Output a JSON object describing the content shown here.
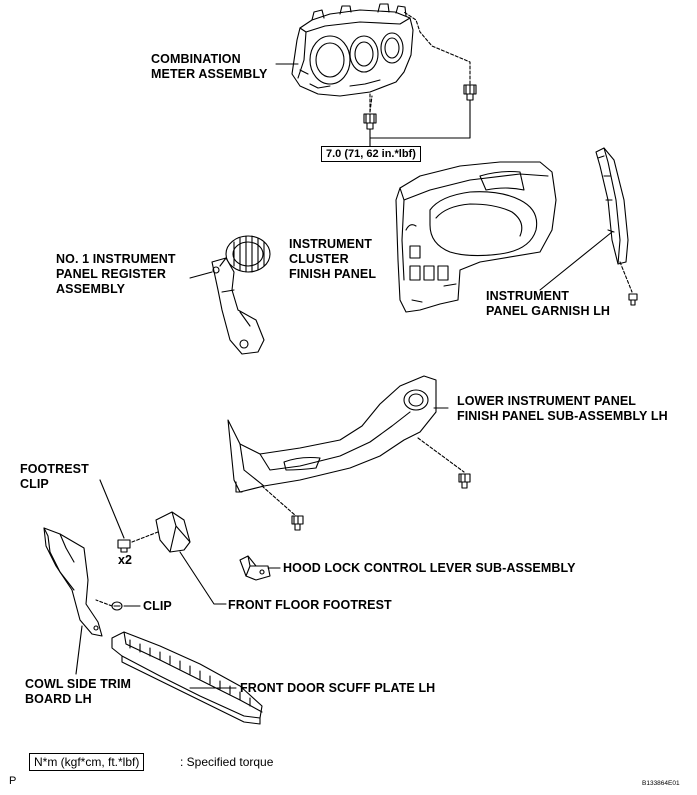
{
  "labels": {
    "combination_meter": [
      "COMBINATION",
      "METER ASSEMBLY"
    ],
    "torque_value": "7.0 (71, 62 in.*lbf)",
    "register_assembly": [
      "NO. 1 INSTRUMENT",
      "PANEL REGISTER",
      "ASSEMBLY"
    ],
    "cluster_finish_panel": [
      "INSTRUMENT",
      "CLUSTER",
      "FINISH PANEL"
    ],
    "panel_garnish": [
      "INSTRUMENT",
      "PANEL GARNISH LH"
    ],
    "lower_finish_panel": [
      "LOWER INSTRUMENT PANEL",
      "FINISH PANEL SUB-ASSEMBLY LH"
    ],
    "footrest_clip": [
      "FOOTREST",
      "CLIP"
    ],
    "quantity": "x2",
    "hood_lock_lever": "HOOD LOCK CONTROL LEVER SUB-ASSEMBLY",
    "clip": "CLIP",
    "front_floor_footrest": "FRONT FLOOR FOOTREST",
    "cowl_side_trim": [
      "COWL SIDE TRIM",
      "BOARD LH"
    ],
    "scuff_plate": "FRONT DOOR SCUFF PLATE LH"
  },
  "legend": {
    "unit_box": "N*m (kgf*cm, ft.*lbf)",
    "description": ": Specified torque"
  },
  "footer": {
    "page_mark": "P",
    "figure_code": "B133864E01"
  }
}
